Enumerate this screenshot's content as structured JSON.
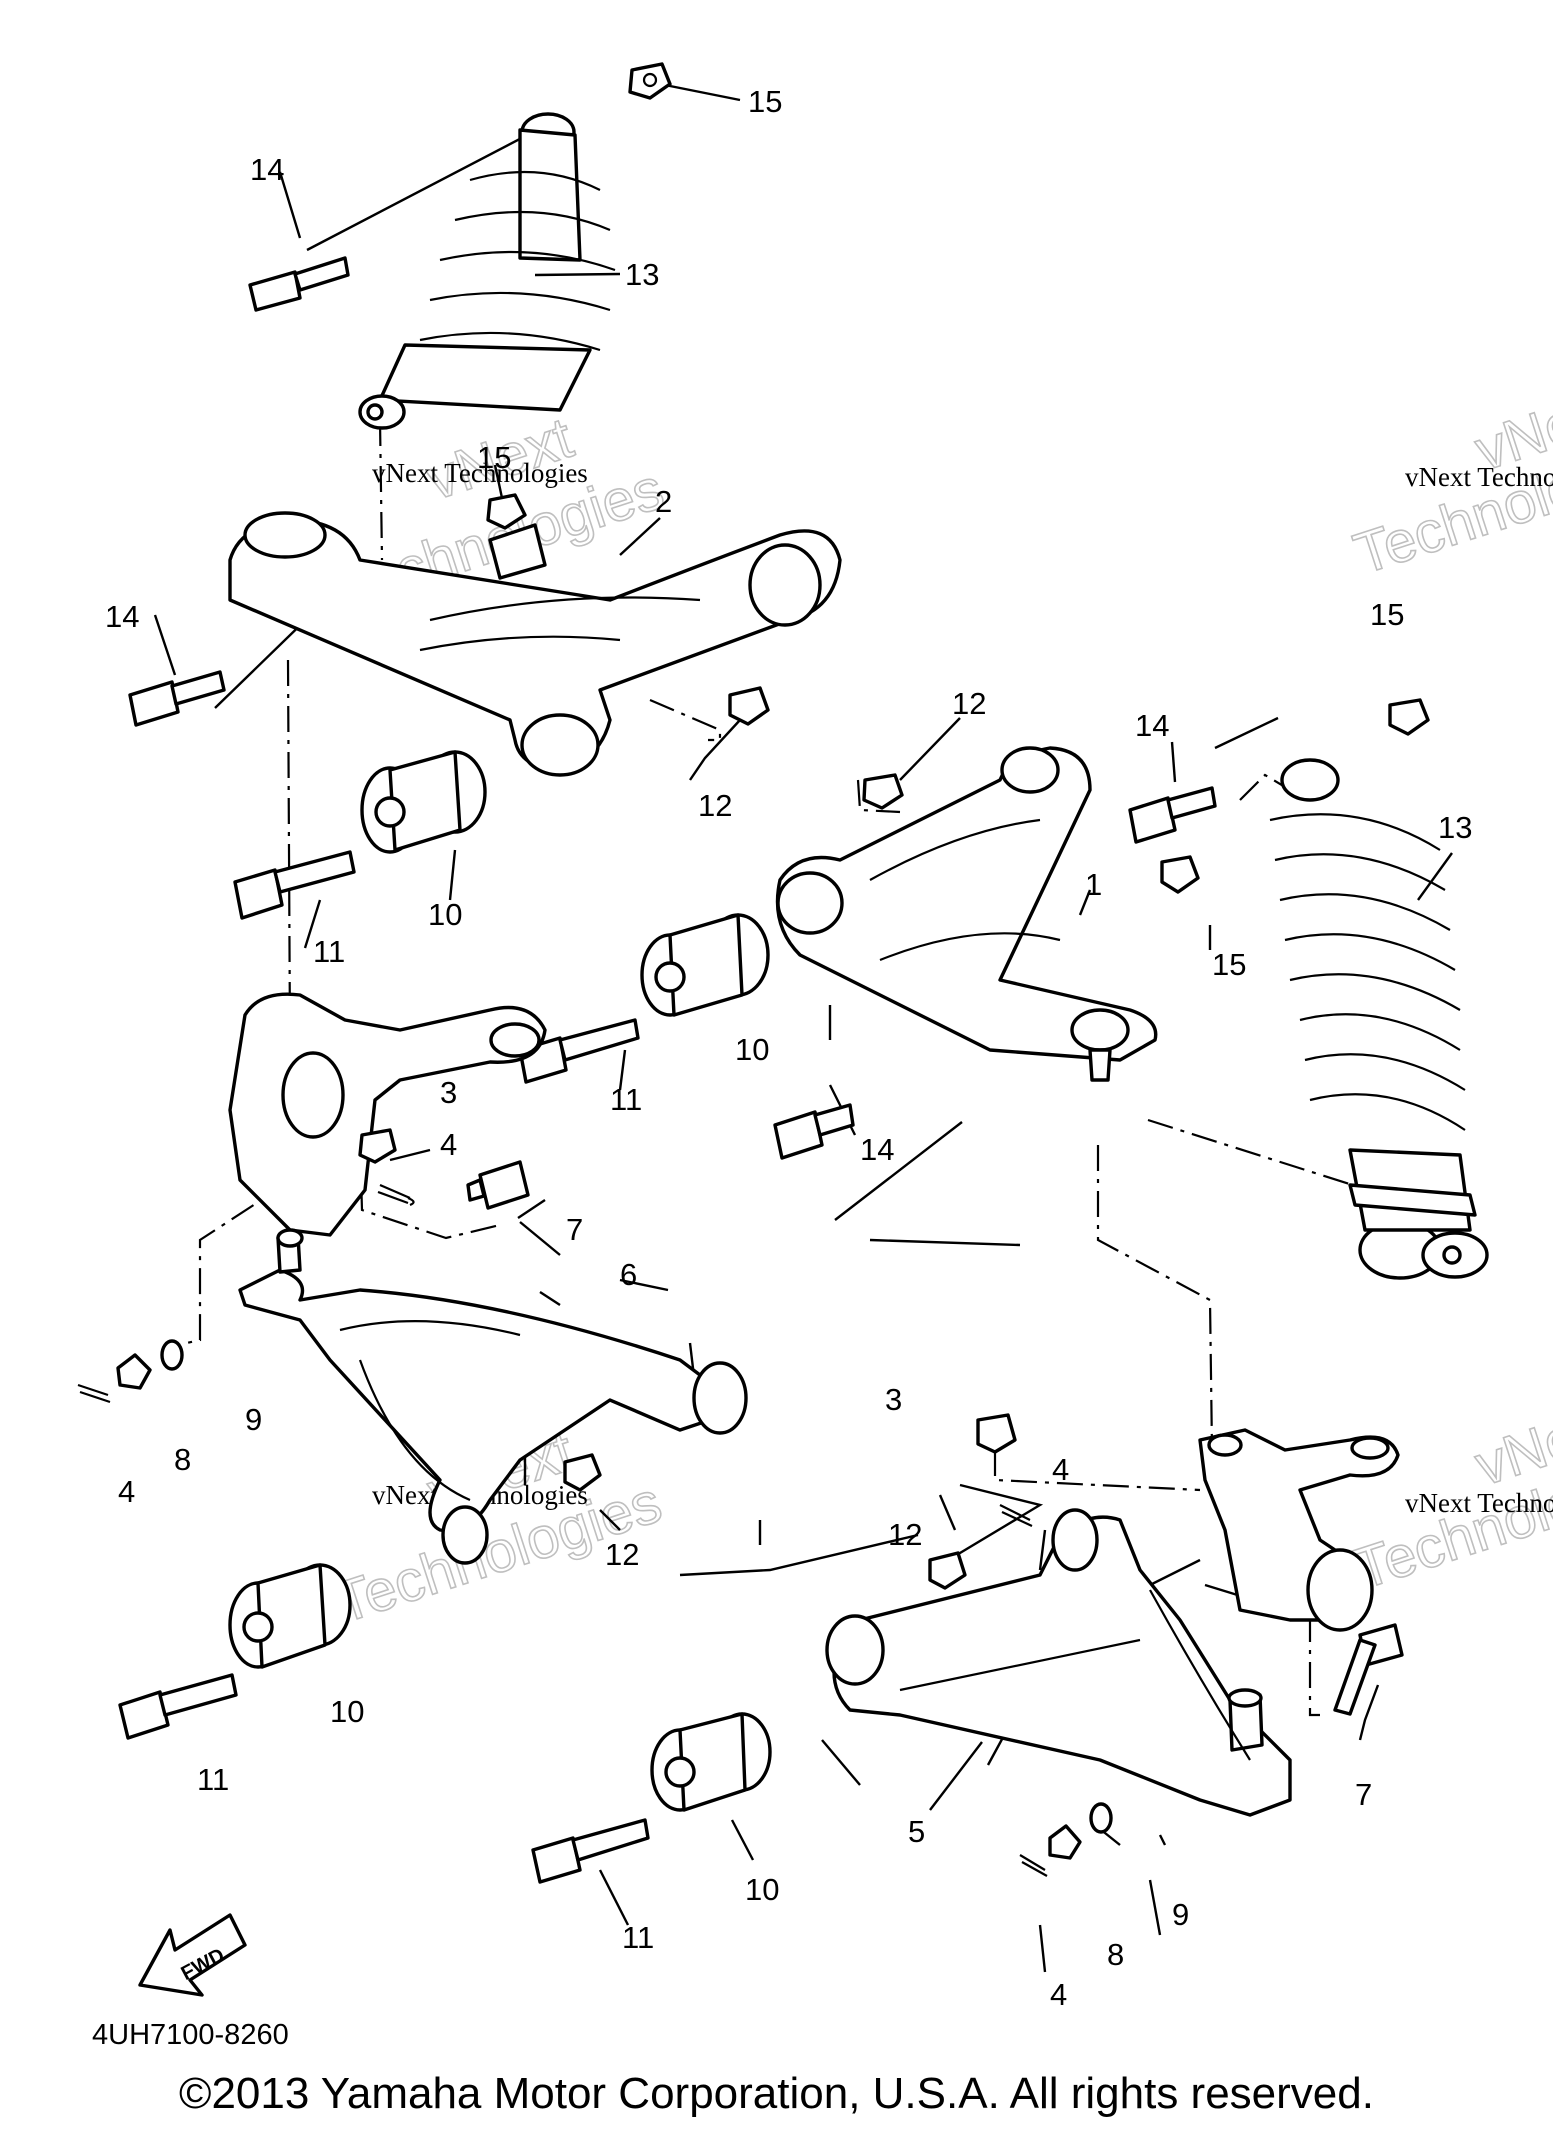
{
  "diagram_code": "4UH7100-8260",
  "fwd_label": "FWD",
  "watermark": {
    "brand": "vNext",
    "line": "vNext Technologies",
    "word": "Technologies"
  },
  "copyright": "©2013 Yamaha Motor Corporation, U.S.A. All rights reserved.",
  "callouts": [
    {
      "id": "c15a",
      "text": "15"
    },
    {
      "id": "c14a",
      "text": "14"
    },
    {
      "id": "c13a",
      "text": "13"
    },
    {
      "id": "c15b",
      "text": "15"
    },
    {
      "id": "c2",
      "text": "2"
    },
    {
      "id": "c14b",
      "text": "14"
    },
    {
      "id": "c12a",
      "text": "12"
    },
    {
      "id": "c10a",
      "text": "10"
    },
    {
      "id": "c11a",
      "text": "11"
    },
    {
      "id": "c12b",
      "text": "12"
    },
    {
      "id": "c14c",
      "text": "14"
    },
    {
      "id": "c15c",
      "text": "15"
    },
    {
      "id": "c13b",
      "text": "13"
    },
    {
      "id": "c1",
      "text": "1"
    },
    {
      "id": "c15d",
      "text": "15"
    },
    {
      "id": "c10b",
      "text": "10"
    },
    {
      "id": "c11b",
      "text": "11"
    },
    {
      "id": "c14d",
      "text": "14"
    },
    {
      "id": "c3a",
      "text": "3"
    },
    {
      "id": "c4a",
      "text": "4"
    },
    {
      "id": "c7a",
      "text": "7"
    },
    {
      "id": "c6",
      "text": "6"
    },
    {
      "id": "c9a",
      "text": "9"
    },
    {
      "id": "c8a",
      "text": "8"
    },
    {
      "id": "c4b",
      "text": "4"
    },
    {
      "id": "c12c",
      "text": "12"
    },
    {
      "id": "c10c",
      "text": "10"
    },
    {
      "id": "c11c",
      "text": "11"
    },
    {
      "id": "c3b",
      "text": "3"
    },
    {
      "id": "c4c",
      "text": "4"
    },
    {
      "id": "c12d",
      "text": "12"
    },
    {
      "id": "c7b",
      "text": "7"
    },
    {
      "id": "c5",
      "text": "5"
    },
    {
      "id": "c10d",
      "text": "10"
    },
    {
      "id": "c9b",
      "text": "9"
    },
    {
      "id": "c8b",
      "text": "8"
    },
    {
      "id": "c11d",
      "text": "11"
    },
    {
      "id": "c4d",
      "text": "4"
    }
  ]
}
